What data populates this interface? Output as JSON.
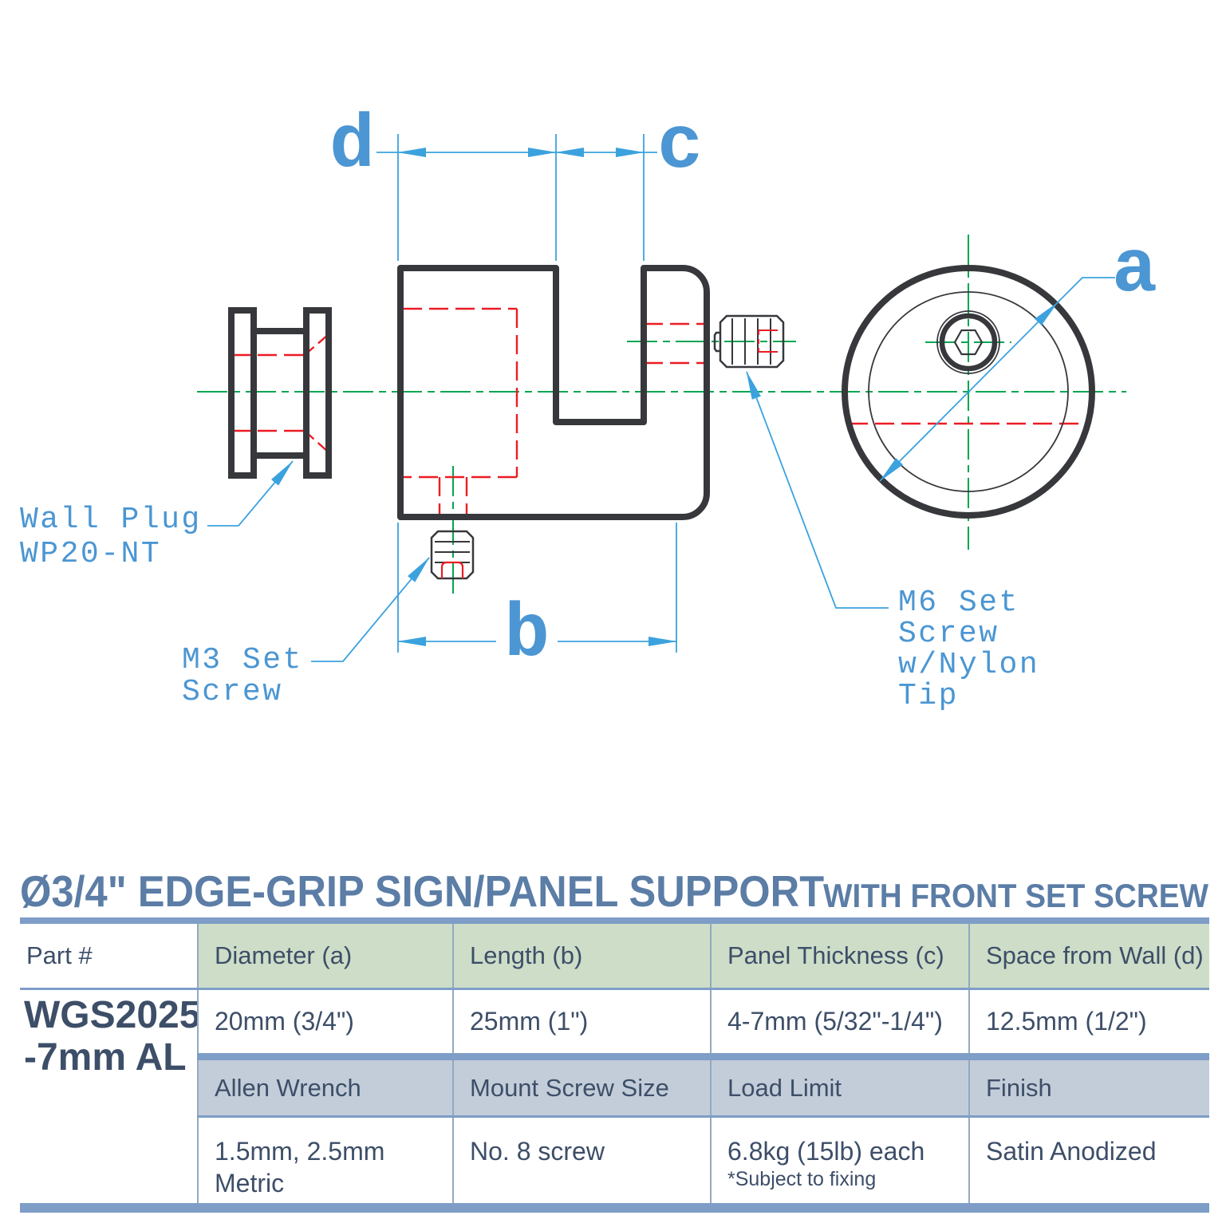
{
  "drawing": {
    "labels": {
      "dim_a": "a",
      "dim_b": "b",
      "dim_c": "c",
      "dim_d": "d",
      "wall_plug_line1": "Wall Plug",
      "wall_plug_line2": "WP20-NT",
      "m3_line1": "M3 Set",
      "m3_line2": "Screw",
      "m6_line1": "M6 Set",
      "m6_line2": "Screw",
      "m6_line3": "w/Nylon",
      "m6_line4": "Tip"
    },
    "colors": {
      "outline": "#37383c",
      "centerline_green": "#00a651",
      "hidden_red": "#ec1c24",
      "dimension_blue": "#3ba2de",
      "label_blue": "#4b96d3"
    }
  },
  "title": {
    "main": "Ø3/4\" EDGE-GRIP SIGN/PANEL SUPPORT",
    "suffix": "WITH FRONT SET SCREW",
    "color": "#5b7da6"
  },
  "table": {
    "part_label": "Part #",
    "part_number_line1": "WGS2025",
    "part_number_line2": "-7mm AL",
    "header_row1": {
      "diameter": "Diameter (a)",
      "length": "Length (b)",
      "panel_thickness": "Panel Thickness (c)",
      "space_from_wall": "Space from Wall (d)"
    },
    "data_row1": {
      "diameter": "20mm (3/4\")",
      "length": "25mm (1\")",
      "panel_thickness": "4-7mm (5/32\"-1/4\")",
      "space_from_wall": "12.5mm (1/2\")"
    },
    "header_row2": {
      "allen_wrench": "Allen Wrench",
      "mount_screw_size": "Mount Screw Size",
      "load_limit": "Load Limit",
      "finish": "Finish"
    },
    "data_row2": {
      "allen_wrench": "1.5mm, 2.5mm Metric",
      "mount_screw_size": "No. 8 screw",
      "load_limit": "6.8kg (15lb) each",
      "load_limit_footnote": "*Subject to fixing",
      "finish": "Satin Anodized"
    },
    "colors": {
      "header1_bg": "#cdddc8",
      "header2_bg": "#c3cdd9",
      "bar_blue": "#7e9dc7",
      "text_navy": "#3d4e68"
    }
  }
}
